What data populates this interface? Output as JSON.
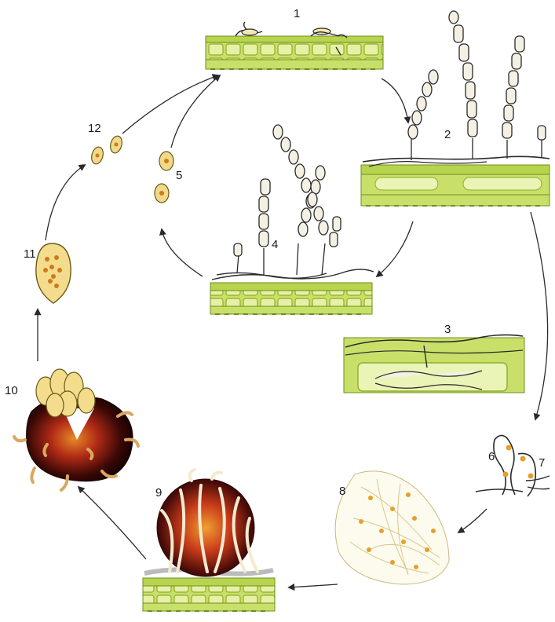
{
  "stage_labels": [
    "1",
    "2",
    "3",
    "4",
    "5",
    "6",
    "7",
    "8",
    "9",
    "10",
    "11",
    "12"
  ],
  "colors": {
    "leaf": "#c8e06a",
    "leaf_dark": "#8fae2a",
    "cell_wall": "#e9f2b8",
    "hypha": "#2a2a2a",
    "spore": "#e9c85a",
    "ascocarp_dark": "#3a0a08",
    "ascocarp_red": "#b3261e",
    "ascocarp_orange": "#e0882a",
    "arrow": "#2a2a2a"
  }
}
